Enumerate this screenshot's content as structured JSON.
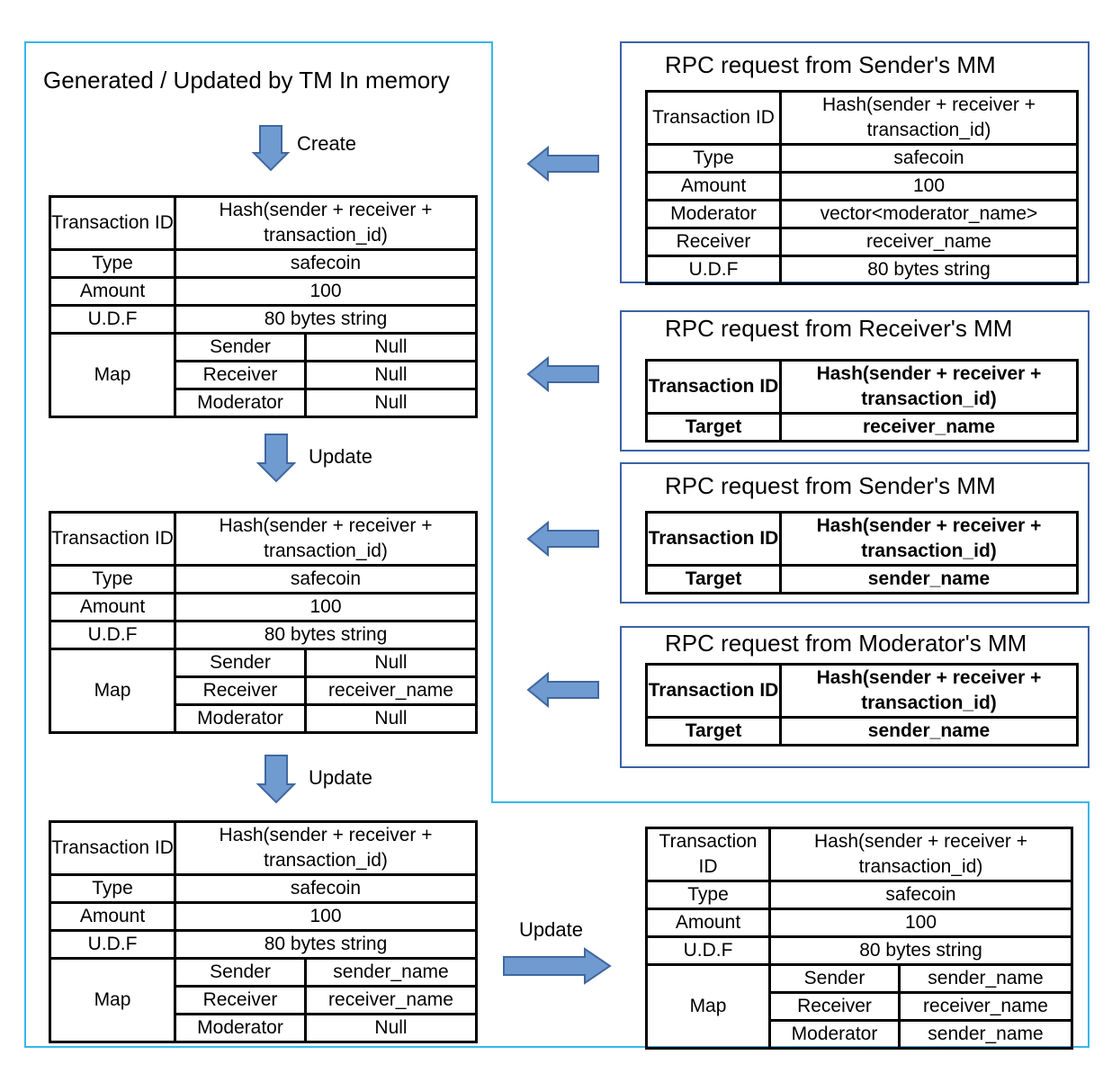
{
  "left_panel": {
    "title": "Generated / Updated by TM In memory",
    "step_labels": [
      "Create",
      "Update",
      "Update"
    ],
    "tables": [
      {
        "transaction_id_label": "Transaction ID",
        "transaction_id_value": "Hash(sender + receiver + transaction_id)",
        "rows": [
          {
            "label": "Type",
            "value": "safecoin"
          },
          {
            "label": "Amount",
            "value": "100"
          },
          {
            "label": "U.D.F",
            "value": "80 bytes string"
          }
        ],
        "map_label": "Map",
        "map_rows": [
          {
            "role": "Sender",
            "value": "Null"
          },
          {
            "role": "Receiver",
            "value": "Null"
          },
          {
            "role": "Moderator",
            "value": "Null"
          }
        ]
      },
      {
        "transaction_id_label": "Transaction ID",
        "transaction_id_value": "Hash(sender + receiver + transaction_id)",
        "rows": [
          {
            "label": "Type",
            "value": "safecoin"
          },
          {
            "label": "Amount",
            "value": "100"
          },
          {
            "label": "U.D.F",
            "value": "80 bytes string"
          }
        ],
        "map_label": "Map",
        "map_rows": [
          {
            "role": "Sender",
            "value": "Null"
          },
          {
            "role": "Receiver",
            "value": "receiver_name"
          },
          {
            "role": "Moderator",
            "value": "Null"
          }
        ]
      },
      {
        "transaction_id_label": "Transaction ID",
        "transaction_id_value": "Hash(sender + receiver + transaction_id)",
        "rows": [
          {
            "label": "Type",
            "value": "safecoin"
          },
          {
            "label": "Amount",
            "value": "100"
          },
          {
            "label": "U.D.F",
            "value": "80 bytes string"
          }
        ],
        "map_label": "Map",
        "map_rows": [
          {
            "role": "Sender",
            "value": "sender_name"
          },
          {
            "role": "Receiver",
            "value": "receiver_name"
          },
          {
            "role": "Moderator",
            "value": "Null"
          }
        ]
      }
    ]
  },
  "rpc_requests": [
    {
      "title": "RPC request from Sender's MM",
      "transaction_id_label": "Transaction ID",
      "transaction_id_value": "Hash(sender + receiver + transaction_id)",
      "rows": [
        {
          "label": "Type",
          "value": "safecoin"
        },
        {
          "label": "Amount",
          "value": "100"
        },
        {
          "label": "Moderator",
          "value": "vector<moderator_name>"
        },
        {
          "label": "Receiver",
          "value": "receiver_name"
        },
        {
          "label": "U.D.F",
          "value": "80 bytes string"
        }
      ]
    },
    {
      "title": "RPC request from Receiver's MM",
      "transaction_id_label": "Transaction ID",
      "transaction_id_value": "Hash(sender + receiver + transaction_id)",
      "rows": [
        {
          "label": "Target",
          "value": "receiver_name"
        }
      ]
    },
    {
      "title": "RPC request from Sender's MM",
      "transaction_id_label": "Transaction ID",
      "transaction_id_value": "Hash(sender + receiver + transaction_id)",
      "rows": [
        {
          "label": "Target",
          "value": "sender_name"
        }
      ]
    },
    {
      "title": "RPC request from Moderator's MM",
      "transaction_id_label": "Transaction ID",
      "transaction_id_value": "Hash(sender + receiver + transaction_id)",
      "rows": [
        {
          "label": "Target",
          "value": "sender_name"
        }
      ]
    }
  ],
  "final": {
    "step_label": "Update",
    "table": {
      "transaction_id_label": "Transaction ID",
      "transaction_id_value": "Hash(sender + receiver + transaction_id)",
      "rows": [
        {
          "label": "Type",
          "value": "safecoin"
        },
        {
          "label": "Amount",
          "value": "100"
        },
        {
          "label": "U.D.F",
          "value": "80 bytes string"
        }
      ],
      "map_label": "Map",
      "map_rows": [
        {
          "role": "Sender",
          "value": "sender_name"
        },
        {
          "role": "Receiver",
          "value": "receiver_name"
        },
        {
          "role": "Moderator",
          "value": "sender_name"
        }
      ]
    }
  },
  "colors": {
    "panel_border": "#35B8E8",
    "box_border": "#3A62A8",
    "arrow_fill": "#6F9BD1",
    "arrow_stroke": "#41679F"
  }
}
